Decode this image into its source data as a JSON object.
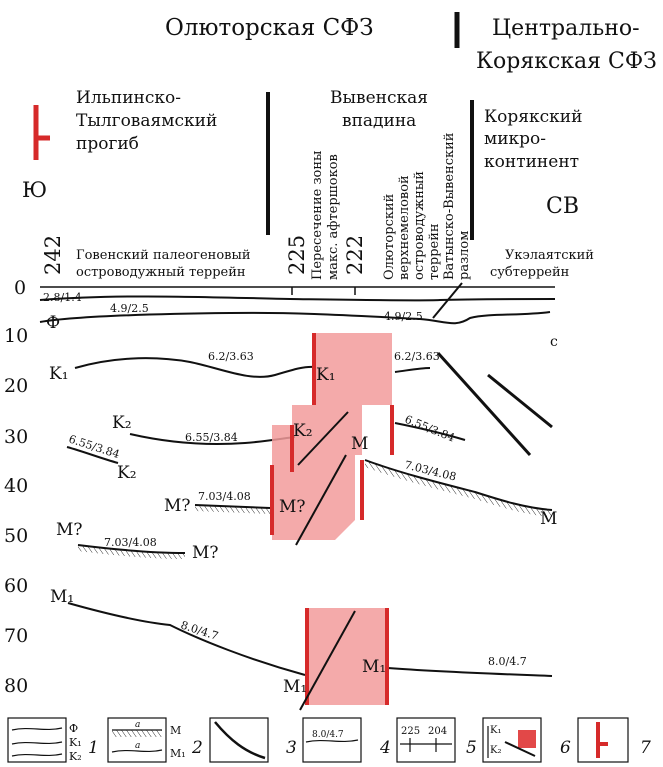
{
  "header": {
    "olyutor": "Олюторская СФЗ",
    "central_1": "Центрально-",
    "central_2": "Корякская СФЗ"
  },
  "zones": {
    "ilpinsky_1": "Ильпинско-",
    "ilpinsky_2": "Тылговаямский",
    "ilpinsky_3": "прогиб",
    "vyvenskaya_1": "Вывенская",
    "vyvenskaya_2": "впадина",
    "koryak_1": "Корякский",
    "koryak_2": "микро-",
    "koryak_3": "континент"
  },
  "directions": {
    "south": "Ю",
    "northeast": "СВ"
  },
  "stations": {
    "s242": "242",
    "s225": "225",
    "s222": "222"
  },
  "vertical_labels": {
    "aftershock_1": "Пересечение зоны",
    "aftershock_2": "макс. афтершоков",
    "olyutor_1": "Олюторский",
    "olyutor_2": "верхнемеловой",
    "olyutor_3": "островодужный",
    "olyutor_4": "террейн",
    "fault_1": "Ватынско-Вывенский",
    "fault_2": "разлом"
  },
  "terranes": {
    "goven_1": "Говенский палеогеновый",
    "goven_2": "островодужный террейн",
    "ukela_1": "Укэлаятский",
    "ukela_2": "субтеррейн"
  },
  "depth_ticks": [
    "0",
    "10",
    "20",
    "30",
    "40",
    "50",
    "60",
    "70",
    "80"
  ],
  "velocity_labels": {
    "v1": "2.8/1.4",
    "v2": "4.9/2.5",
    "v3": "4.9/2.5",
    "v4": "6.2/3.63",
    "v5": "6.2/3.63",
    "v6": "6.55/3.84",
    "v7": "6.55/3.84",
    "v8": "6.55/3.84",
    "v9": "7.03/4.08",
    "v10": "7.03/4.08",
    "v11": "7.03/4.08",
    "v12": "8.0/4.7",
    "v13": "8.0/4.7"
  },
  "boundary_labels": {
    "phi": "Ф",
    "k1a": "K₁",
    "k1b": "K₁",
    "k2a": "K₂",
    "k2b": "K₂",
    "k2c": "K₂",
    "m_a": "M",
    "m_b": "M",
    "mq_a": "M?",
    "mq_b": "M?",
    "mq_c": "M?",
    "mq_d": "M?",
    "m1a": "M₁",
    "m1b": "M₁",
    "m1c": "M₁",
    "c_mark": "c"
  },
  "legend": {
    "n1": "1",
    "n2": "2",
    "n3": "3",
    "n4": "4",
    "n5": "5",
    "n6": "6",
    "n7": "7",
    "i1_phi": "Ф",
    "i1_k1": "K₁",
    "i1_k2": "K₂",
    "i2_m": "M",
    "i2_m1": "M₁",
    "i2_a": "a",
    "i4_val": "8.0/4.7",
    "i5_a": "225",
    "i5_b": "204",
    "i6_k1": "K₁",
    "i6_k2": "K₂"
  },
  "colors": {
    "accent_red": "#d62a2a",
    "fill_pink": "#f29b9b"
  }
}
